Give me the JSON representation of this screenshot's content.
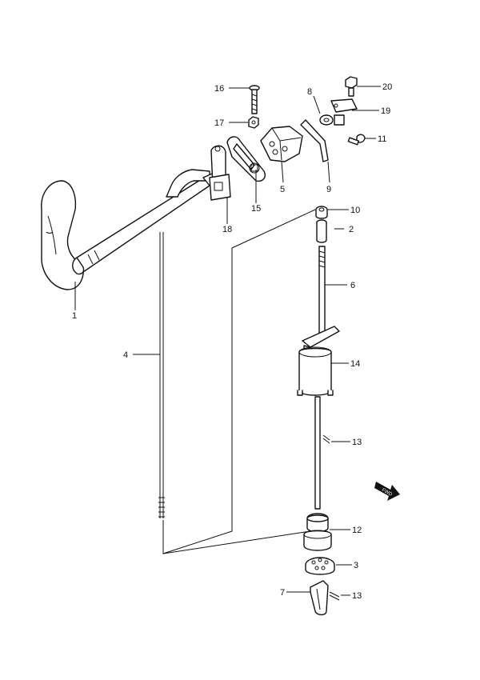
{
  "diagram": {
    "fwd_badge": "FWD",
    "callouts": [
      {
        "id": "c1",
        "text": "1"
      },
      {
        "id": "c2",
        "text": "2"
      },
      {
        "id": "c3",
        "text": "3"
      },
      {
        "id": "c4",
        "text": "4"
      },
      {
        "id": "c5",
        "text": "5"
      },
      {
        "id": "c6",
        "text": "6"
      },
      {
        "id": "c7",
        "text": "7"
      },
      {
        "id": "c8",
        "text": "8"
      },
      {
        "id": "c9",
        "text": "9"
      },
      {
        "id": "c10",
        "text": "10"
      },
      {
        "id": "c11",
        "text": "11"
      },
      {
        "id": "c12",
        "text": "12"
      },
      {
        "id": "c13a",
        "text": "13"
      },
      {
        "id": "c13b",
        "text": "13"
      },
      {
        "id": "c14",
        "text": "14"
      },
      {
        "id": "c15",
        "text": "15"
      },
      {
        "id": "c16",
        "text": "16"
      },
      {
        "id": "c17",
        "text": "17"
      },
      {
        "id": "c18",
        "text": "18"
      },
      {
        "id": "c19",
        "text": "19"
      },
      {
        "id": "c20",
        "text": "20"
      }
    ]
  }
}
